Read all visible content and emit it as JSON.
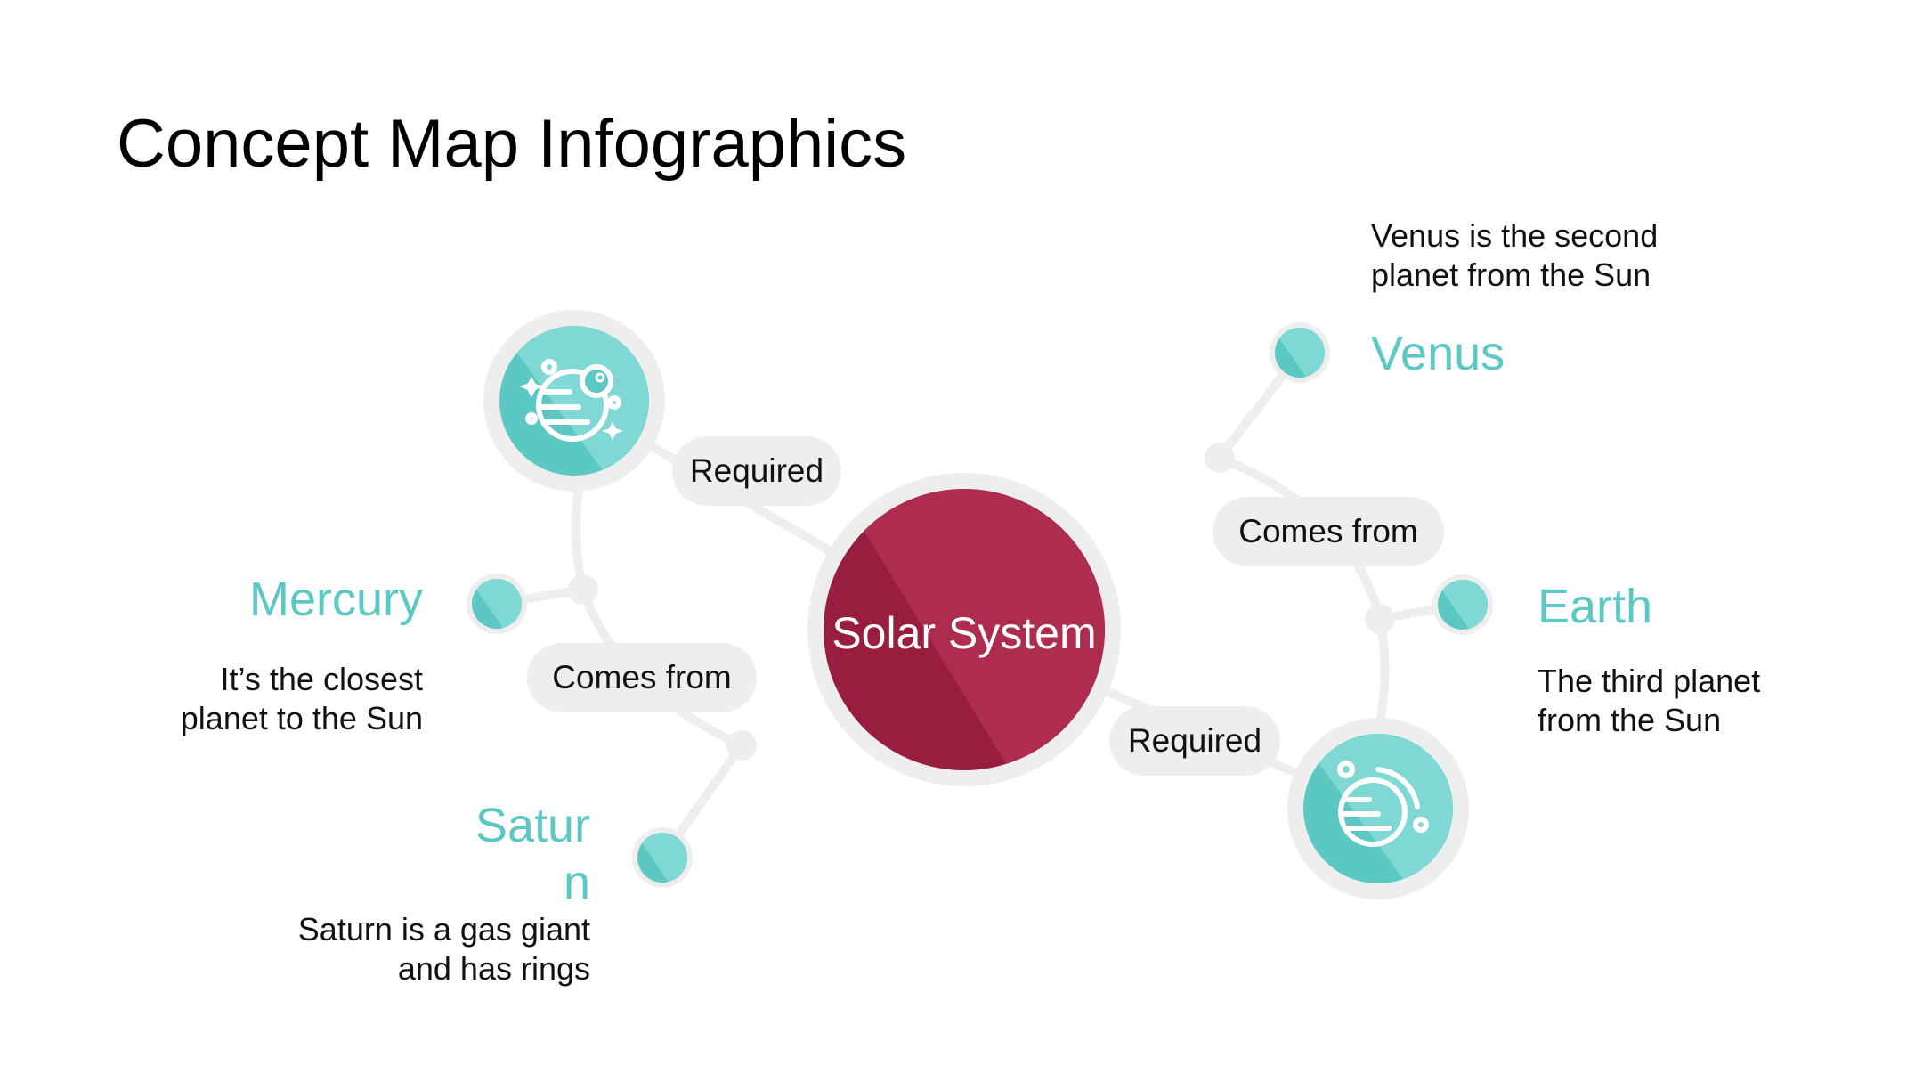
{
  "title": "Concept Map Infographics",
  "center": {
    "label": "Solar System"
  },
  "links": [
    {
      "label": "Required"
    },
    {
      "label": "Comes from"
    },
    {
      "label": "Comes from"
    },
    {
      "label": "Required"
    }
  ],
  "planets": {
    "mercury": {
      "name": "Mercury",
      "description": "It’s the closest planet to the Sun"
    },
    "saturn": {
      "name_line1": "Satur",
      "name_line2": "n",
      "description": "Saturn is a gas giant and has rings"
    },
    "venus": {
      "name": "Venus",
      "description": "Venus is the second planet from the Sun"
    },
    "earth": {
      "name": "Earth",
      "description": "The third planet from the Sun"
    }
  },
  "icons": {
    "left_hub": "planet-stars-icon",
    "right_hub": "planet-orbit-icon"
  },
  "colors": {
    "accent": "#5bc8c3",
    "accent_light": "#7fd8d3",
    "center": "#ad2c4f",
    "center_dark": "#981d3f",
    "connector": "#eeeeee"
  }
}
